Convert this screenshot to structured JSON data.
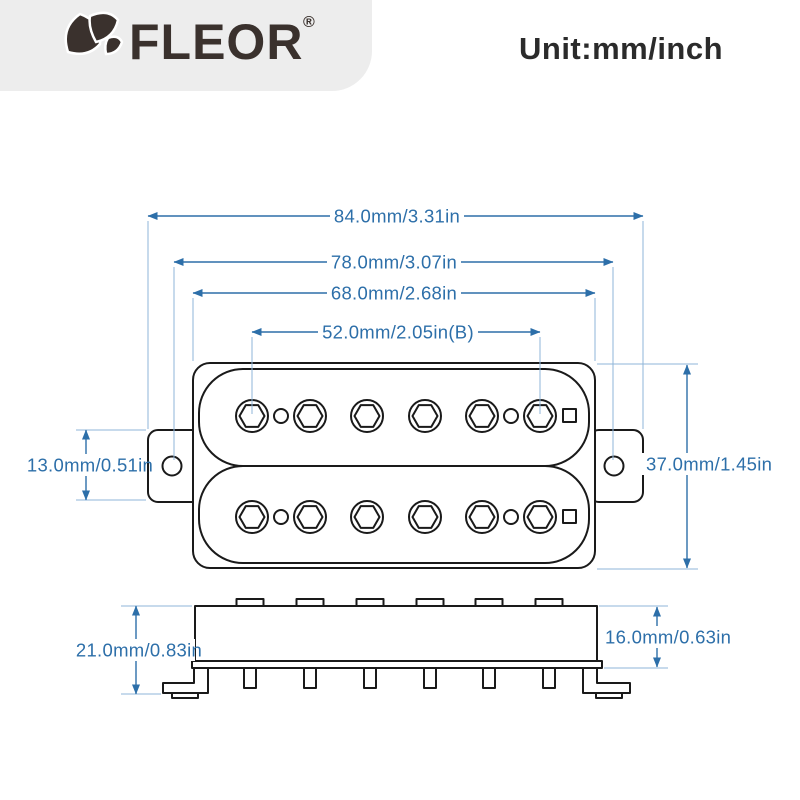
{
  "header": {
    "brand": "FLEOR",
    "registered_mark": "®",
    "unit_label": "Unit:mm/inch"
  },
  "dimensions": {
    "overall_width": "84.0mm/3.31in",
    "mount_hole_spacing": "78.0mm/3.07in",
    "body_width": "68.0mm/2.68in",
    "pole_spacing": "52.0mm/2.05in(B)",
    "tab_height": "13.0mm/0.51in",
    "body_height": "37.0mm/1.45in",
    "overall_height_side": "21.0mm/0.83in",
    "base_height_side": "16.0mm/0.63in"
  },
  "colors": {
    "dimension_blue": "#2d6fa9",
    "extension_blue": "#8fb6d9",
    "drawing_black": "#1a1a1a",
    "logo_dark": "#3a312d",
    "header_box_gray": "#ededed"
  }
}
